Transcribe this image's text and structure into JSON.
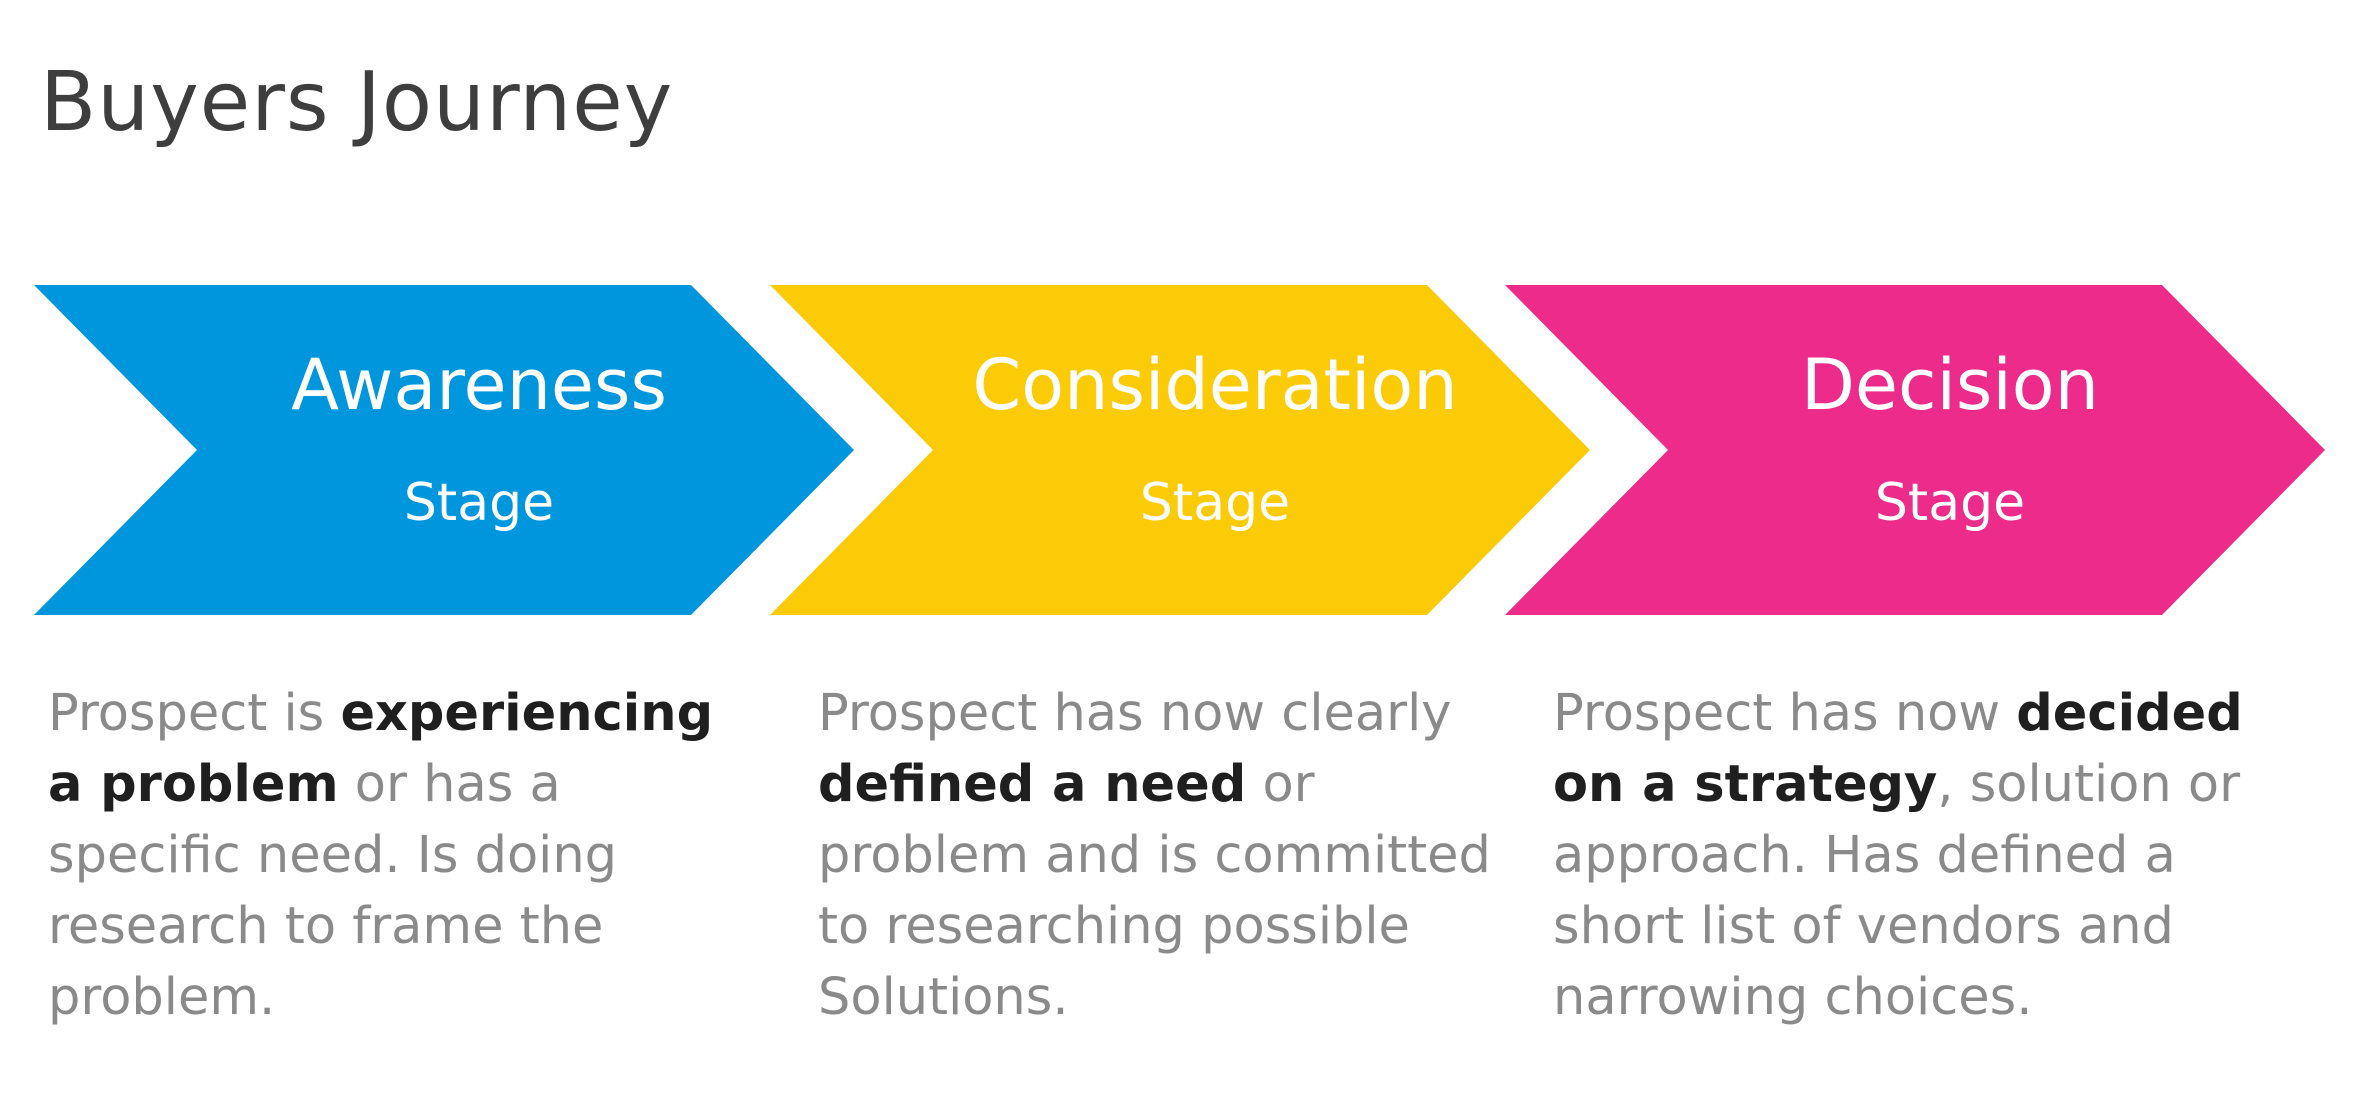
{
  "title": "Buyers Journey",
  "stages": [
    {
      "name": "Awareness",
      "sub": "Stage",
      "color": "#0096dd",
      "description": {
        "t1": "Prospect is ",
        "b1": "experiencing a problem",
        "t2": " or has a specific need. Is doing research to frame the problem."
      }
    },
    {
      "name": "Consideration",
      "sub": "Stage",
      "color": "#fccb08",
      "description": {
        "t1": "Prospect has now clearly ",
        "b1": "defined a need",
        "t2": " or problem and is committed to researching possible Solutions."
      }
    },
    {
      "name": "Decision",
      "sub": "Stage",
      "color": "#ec2b8b",
      "description": {
        "t1": "Prospect has now ",
        "b1": "decided on a strategy",
        "t2": ", solution or  approach. Has defined a short list of vendors and narrowing choices."
      }
    }
  ]
}
